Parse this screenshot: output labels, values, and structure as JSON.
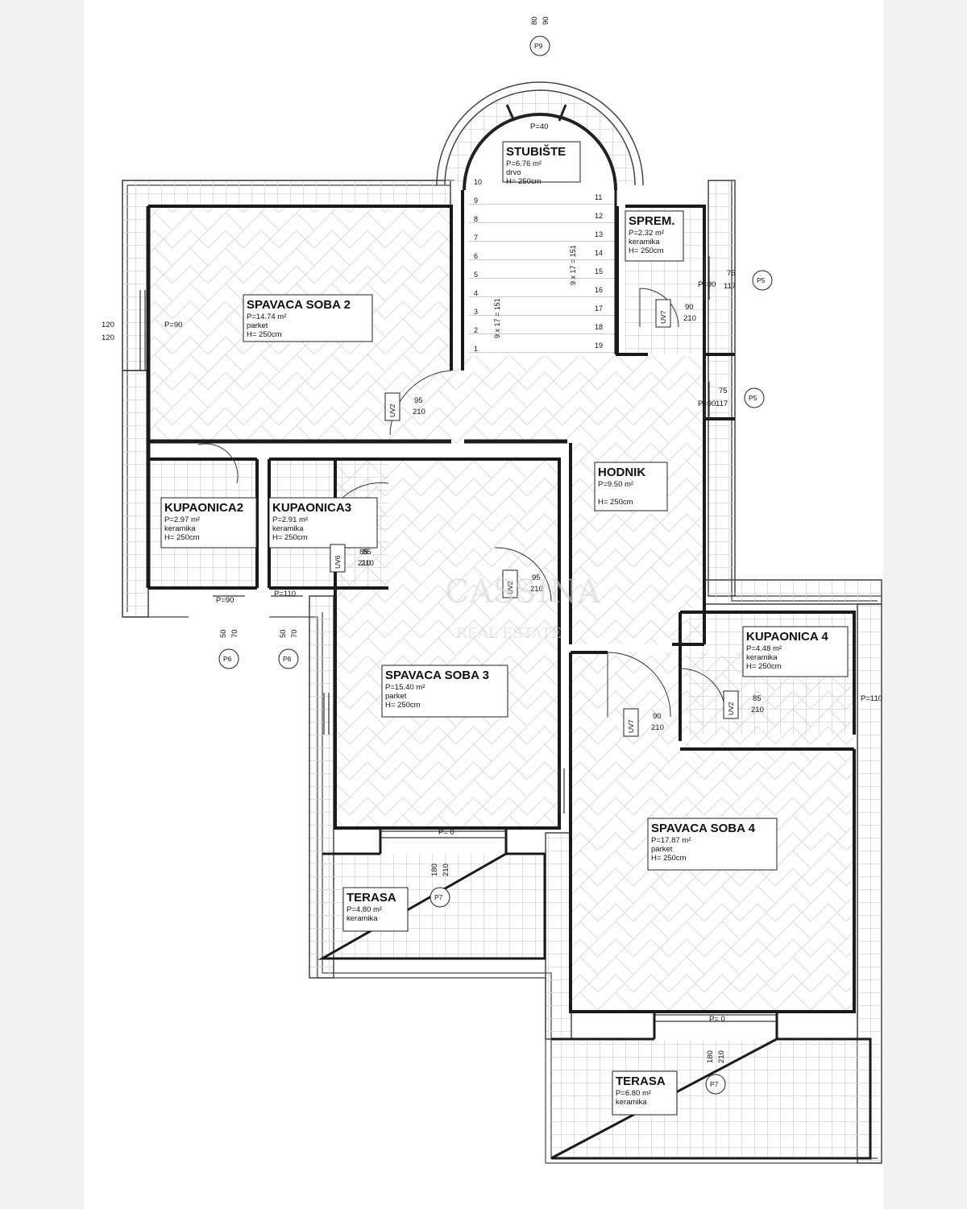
{
  "rooms": [
    {
      "name": "SPAVACA SOBA 2",
      "area": "P=14.74 m²",
      "floor": "parket",
      "height": "H= 250cm"
    },
    {
      "name": "STUBIŠTE",
      "area": "P=6.76 m²",
      "floor": "drvo",
      "height": "H= 250cm"
    },
    {
      "name": "SPREM.",
      "area": "P=2.32 m²",
      "floor": "keramika",
      "height": "H= 250cm"
    },
    {
      "name": "KUPAONICA2",
      "area": "P=2.97 m²",
      "floor": "keramika",
      "height": "H= 250cm"
    },
    {
      "name": "KUPAONICA3",
      "area": "P=2.91 m²",
      "floor": "keramika",
      "height": "H= 250cm"
    },
    {
      "name": "HODNIK",
      "area": "P=9.50 m²",
      "floor": "",
      "height": "H= 250cm"
    },
    {
      "name": "SPAVACA SOBA 3",
      "area": "P=15.40 m²",
      "floor": "parket",
      "height": "H= 250cm"
    },
    {
      "name": "KUPAONICA 4",
      "area": "P=4.48 m²",
      "floor": "keramika",
      "height": "H= 250cm"
    },
    {
      "name": "SPAVACA SOBA 4",
      "area": "P=17.87 m²",
      "floor": "parket",
      "height": "H= 250cm"
    },
    {
      "name": "TERASA",
      "area": "P=4.80 m²",
      "floor": "keramika",
      "height": ""
    },
    {
      "name": "TERASA",
      "area": "P=6.80 m²",
      "floor": "keramika",
      "height": ""
    }
  ],
  "stairs": {
    "left_steps": [
      "10",
      "9",
      "8",
      "7",
      "6",
      "5",
      "4",
      "3",
      "2",
      "1"
    ],
    "right_steps": [
      "11",
      "12",
      "13",
      "14",
      "15",
      "16",
      "17",
      "18",
      "19"
    ],
    "left_note": "9 x 17 = 151",
    "right_note": "9 x 17 = 151"
  },
  "openings": [
    {
      "id": "P9",
      "dims": [
        "80",
        "90"
      ]
    },
    {
      "id": "P5",
      "dims": [
        "75",
        "117"
      ]
    },
    {
      "id": "P5",
      "dims": [
        "75",
        "117"
      ]
    },
    {
      "id": "P6",
      "dims": [
        "50",
        "70"
      ]
    },
    {
      "id": "P6",
      "dims": [
        "50",
        "70"
      ]
    },
    {
      "id": "P7",
      "dims": [
        "180",
        "210"
      ]
    },
    {
      "id": "P7",
      "dims": [
        "180",
        "210"
      ]
    }
  ],
  "doors": [
    {
      "id": "UV2",
      "dims": [
        "95",
        "210"
      ]
    },
    {
      "id": "UV7",
      "dims": [
        "90",
        "210"
      ]
    },
    {
      "id": "UV6",
      "dims": [
        "85",
        "210"
      ]
    },
    {
      "id": "UV2",
      "dims": [
        "95",
        "210"
      ]
    },
    {
      "id": "UV7",
      "dims": [
        "90",
        "210"
      ]
    },
    {
      "id": "UV2",
      "dims": [
        "85",
        "210"
      ]
    },
    {
      "id": "",
      "dims": [
        "85",
        "210"
      ]
    }
  ],
  "sill_labels": [
    "P=40",
    "P=90",
    "P=90",
    "P=90",
    "P=90",
    "P=110",
    "P=110",
    "P= 0",
    "P= 0"
  ],
  "edge_dims": [
    "120",
    "120"
  ],
  "watermark": {
    "line1": "CASSINA",
    "line2": "REAL ESTATE"
  }
}
